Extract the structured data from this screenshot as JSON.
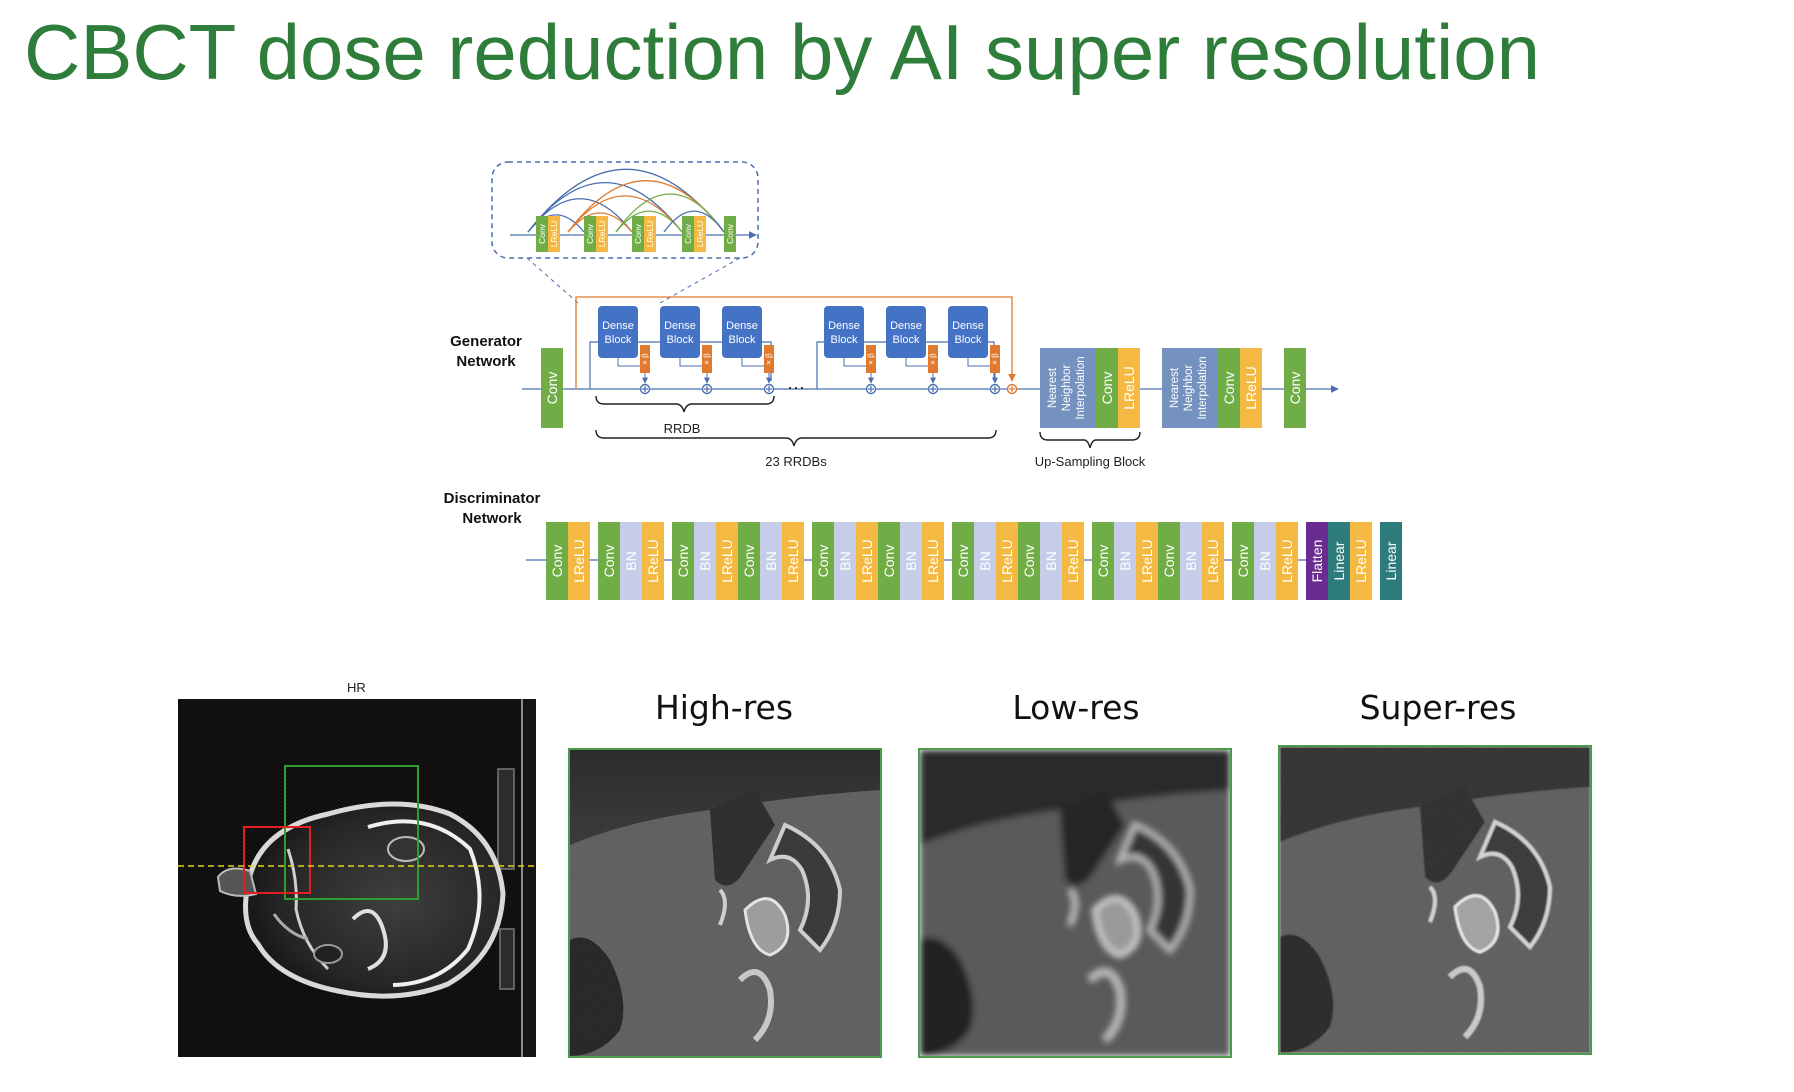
{
  "title": "CBCT dose reduction by AI super resolution",
  "colors": {
    "title_green": "#2e7d3b",
    "conv_green": "#70ad47",
    "lrelu_yellow": "#f4b942",
    "bn_lavender": "#c5cde8",
    "dense_blue": "#4472c4",
    "upsample_steel": "#7591c0",
    "beta_orange": "#e07a2e",
    "flatten_purple": "#6a2c91",
    "linear_teal": "#2e7b7b",
    "roi_red": "#e02020",
    "roi_green": "#2e9e2e",
    "line_yellow": "#e6d21a"
  },
  "generator": {
    "label_line1": "Generator",
    "label_line2": "Network",
    "conv": "Conv",
    "dense_block_line1": "Dense",
    "dense_block_line2": "Block",
    "beta": "× β",
    "ellipsis": "···",
    "rrdb_label": "RRDB",
    "rrdb_count_label": "23  RRDBs",
    "upsample_line1": "Nearest",
    "upsample_line2": "Neighbor",
    "upsample_line3": "Interpolation",
    "lrelu": "LReLU",
    "upsampling_block_label": "Up-Sampling Block",
    "inset_layers": [
      "Conv",
      "LReLU",
      "Conv",
      "LReLU",
      "Conv",
      "LReLU",
      "Conv",
      "LReLU",
      "Conv"
    ]
  },
  "discriminator": {
    "label_line1": "Discriminator",
    "label_line2": "Network",
    "layers": [
      {
        "name": "Conv",
        "kind": "conv"
      },
      {
        "name": "LReLU",
        "kind": "lrelu"
      },
      {
        "name": "Conv",
        "kind": "conv"
      },
      {
        "name": "BN",
        "kind": "bn"
      },
      {
        "name": "LReLU",
        "kind": "lrelu"
      },
      {
        "name": "Conv",
        "kind": "conv"
      },
      {
        "name": "BN",
        "kind": "bn"
      },
      {
        "name": "LReLU",
        "kind": "lrelu"
      },
      {
        "name": "Conv",
        "kind": "conv"
      },
      {
        "name": "BN",
        "kind": "bn"
      },
      {
        "name": "LReLU",
        "kind": "lrelu"
      },
      {
        "name": "Conv",
        "kind": "conv"
      },
      {
        "name": "BN",
        "kind": "bn"
      },
      {
        "name": "LReLU",
        "kind": "lrelu"
      },
      {
        "name": "Conv",
        "kind": "conv"
      },
      {
        "name": "BN",
        "kind": "bn"
      },
      {
        "name": "LReLU",
        "kind": "lrelu"
      },
      {
        "name": "Conv",
        "kind": "conv"
      },
      {
        "name": "BN",
        "kind": "bn"
      },
      {
        "name": "LReLU",
        "kind": "lrelu"
      },
      {
        "name": "Conv",
        "kind": "conv"
      },
      {
        "name": "BN",
        "kind": "bn"
      },
      {
        "name": "LReLU",
        "kind": "lrelu"
      },
      {
        "name": "Conv",
        "kind": "conv"
      },
      {
        "name": "BN",
        "kind": "bn"
      },
      {
        "name": "LReLU",
        "kind": "lrelu"
      },
      {
        "name": "Conv",
        "kind": "conv"
      },
      {
        "name": "BN",
        "kind": "bn"
      },
      {
        "name": "LReLU",
        "kind": "lrelu"
      },
      {
        "name": "Conv",
        "kind": "conv"
      },
      {
        "name": "BN",
        "kind": "bn"
      },
      {
        "name": "LReLU",
        "kind": "lrelu"
      },
      {
        "name": "Flatten",
        "kind": "flatten"
      },
      {
        "name": "Linear",
        "kind": "linear"
      },
      {
        "name": "LReLU",
        "kind": "lrelu"
      },
      {
        "name": "Linear",
        "kind": "linear"
      }
    ]
  },
  "images": {
    "overview_label": "HR",
    "panels": [
      {
        "id": "high",
        "title": "High-res"
      },
      {
        "id": "low",
        "title": "Low-res"
      },
      {
        "id": "super",
        "title": "Super-res"
      }
    ]
  }
}
